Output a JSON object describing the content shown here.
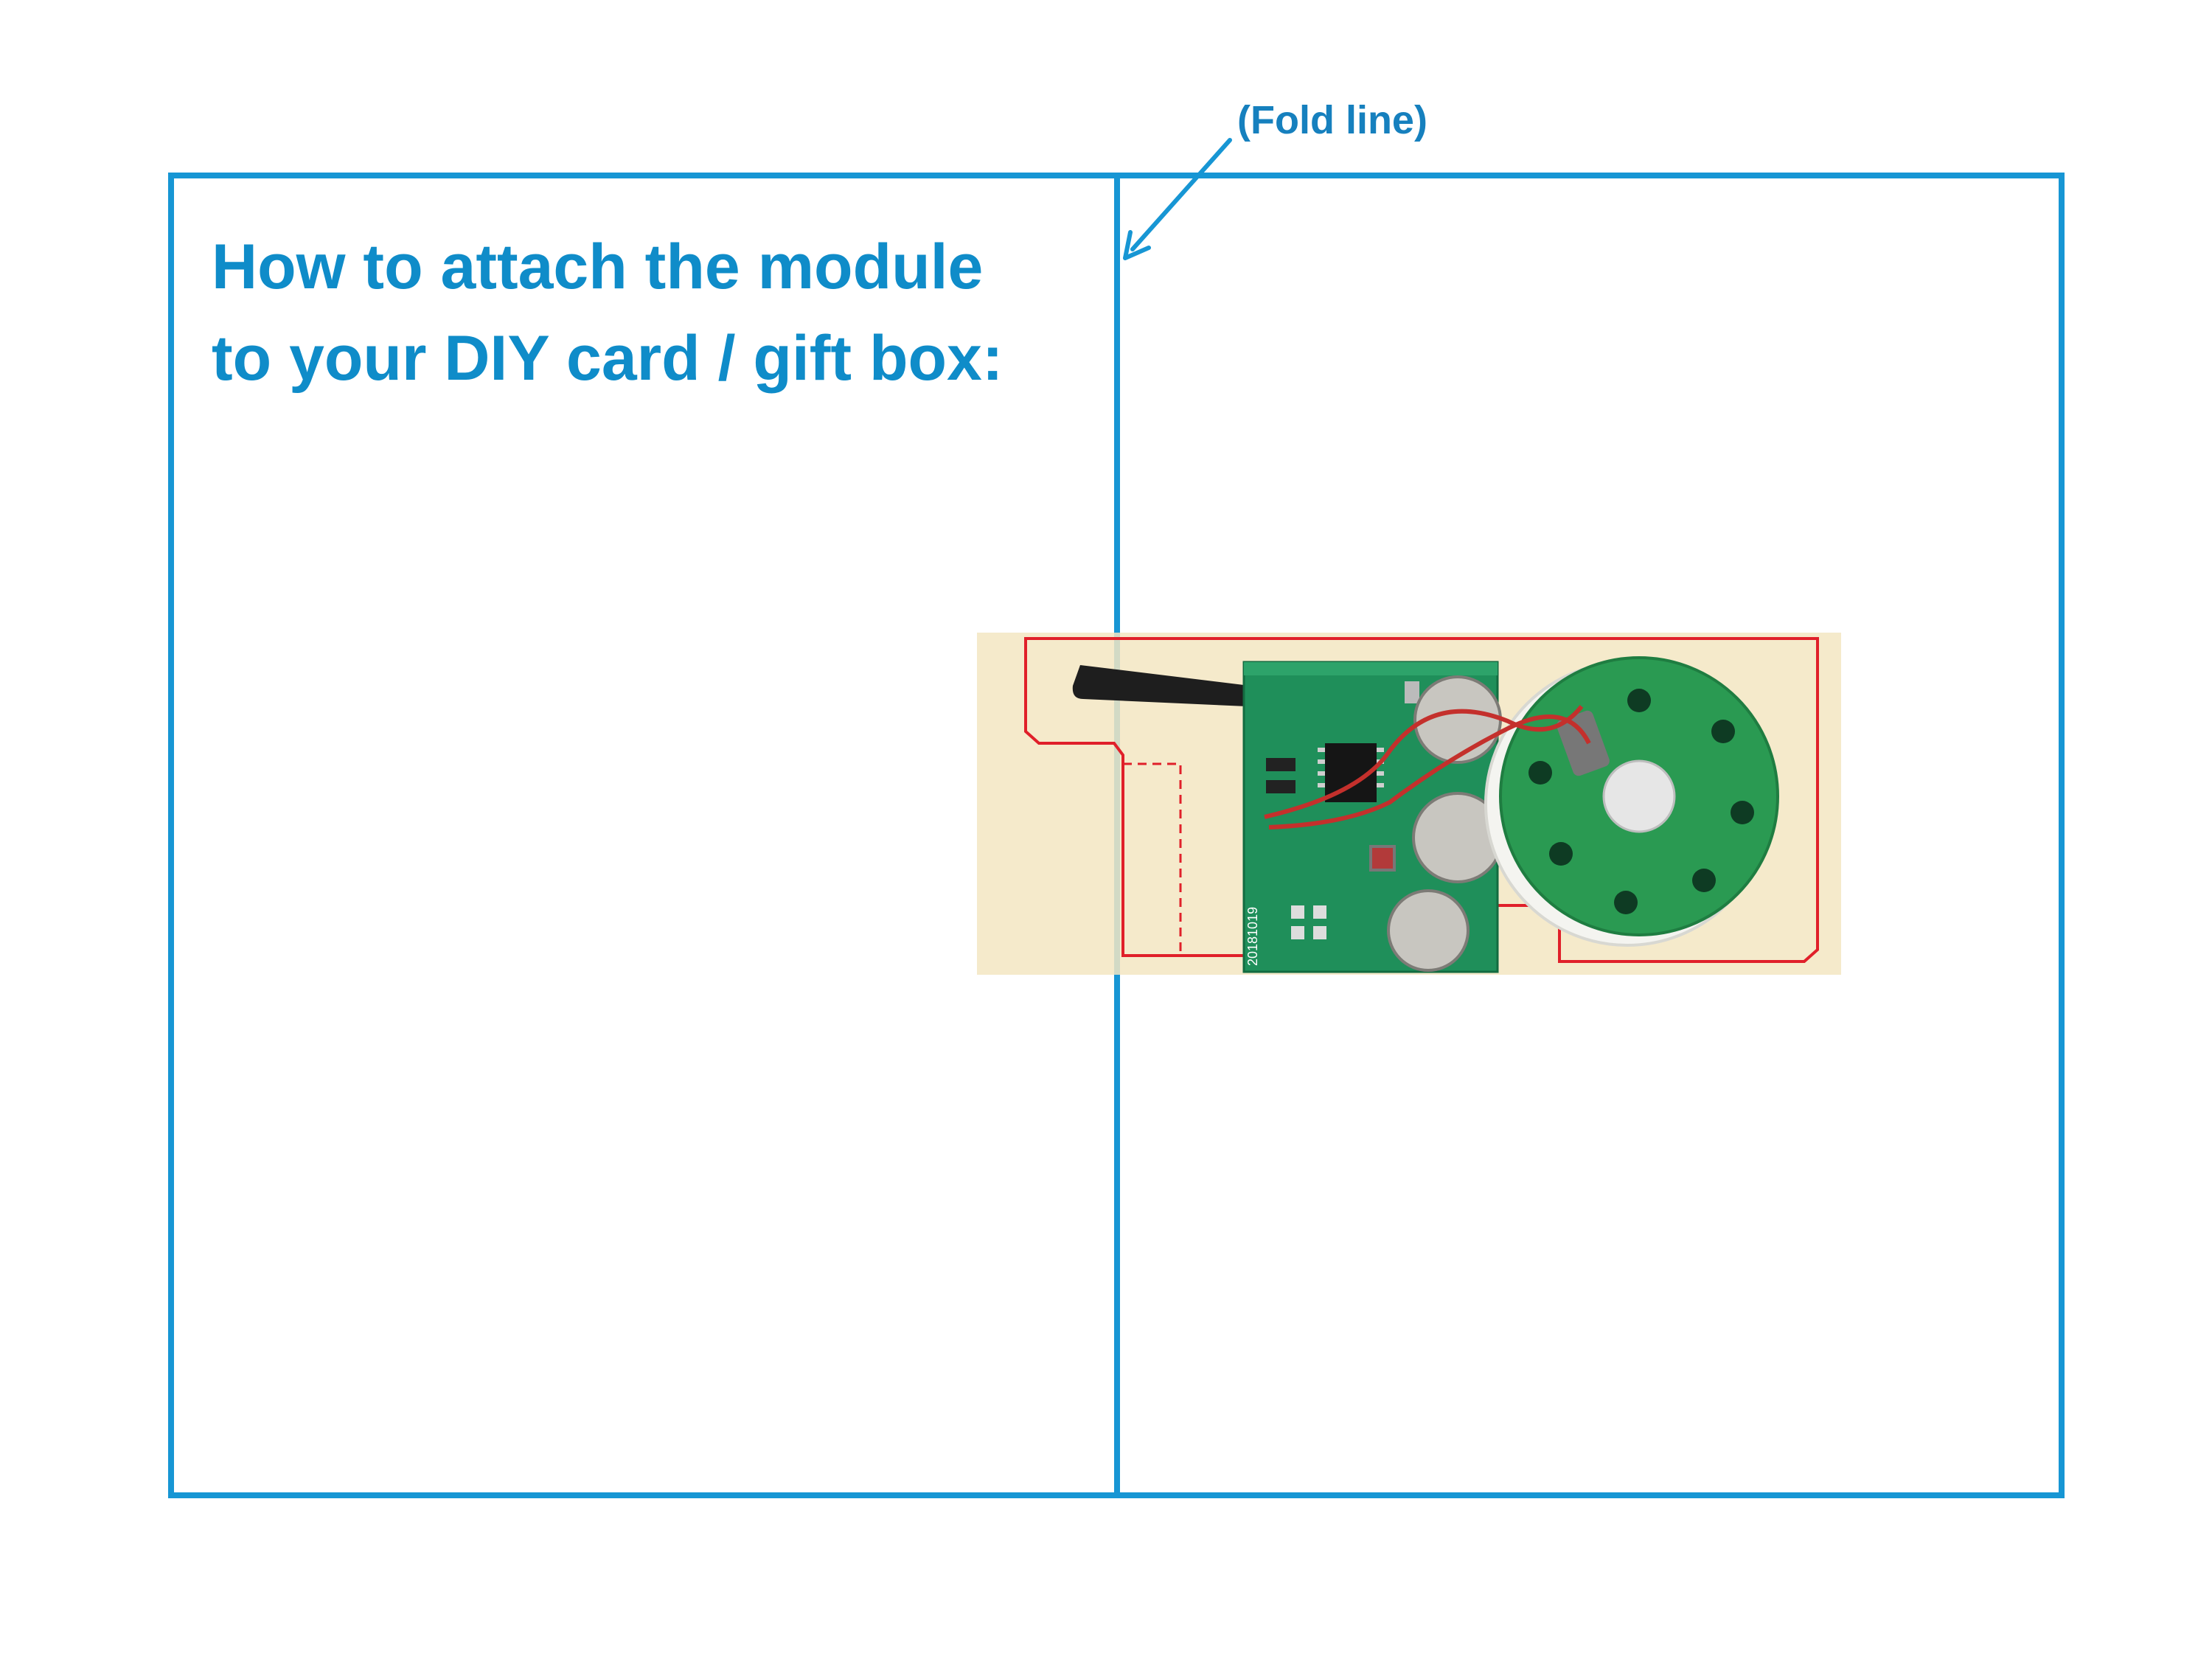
{
  "heading": {
    "line1": "How to attach the module",
    "line2": "to your DIY card / gift box:"
  },
  "fold_label": "(Fold line)",
  "colors": {
    "outline": "#1796d4",
    "heading": "#0f8cc9",
    "cut_line": "#e0202a",
    "pcb": "#1f8f5a",
    "speaker": "#2a9a52",
    "tape": "#f3e6c2"
  },
  "module": {
    "board_print": "20181019",
    "components": [
      "switch-strip",
      "chip",
      "button-cell-1",
      "button-cell-2",
      "button-cell-3",
      "speaker",
      "wires"
    ]
  }
}
